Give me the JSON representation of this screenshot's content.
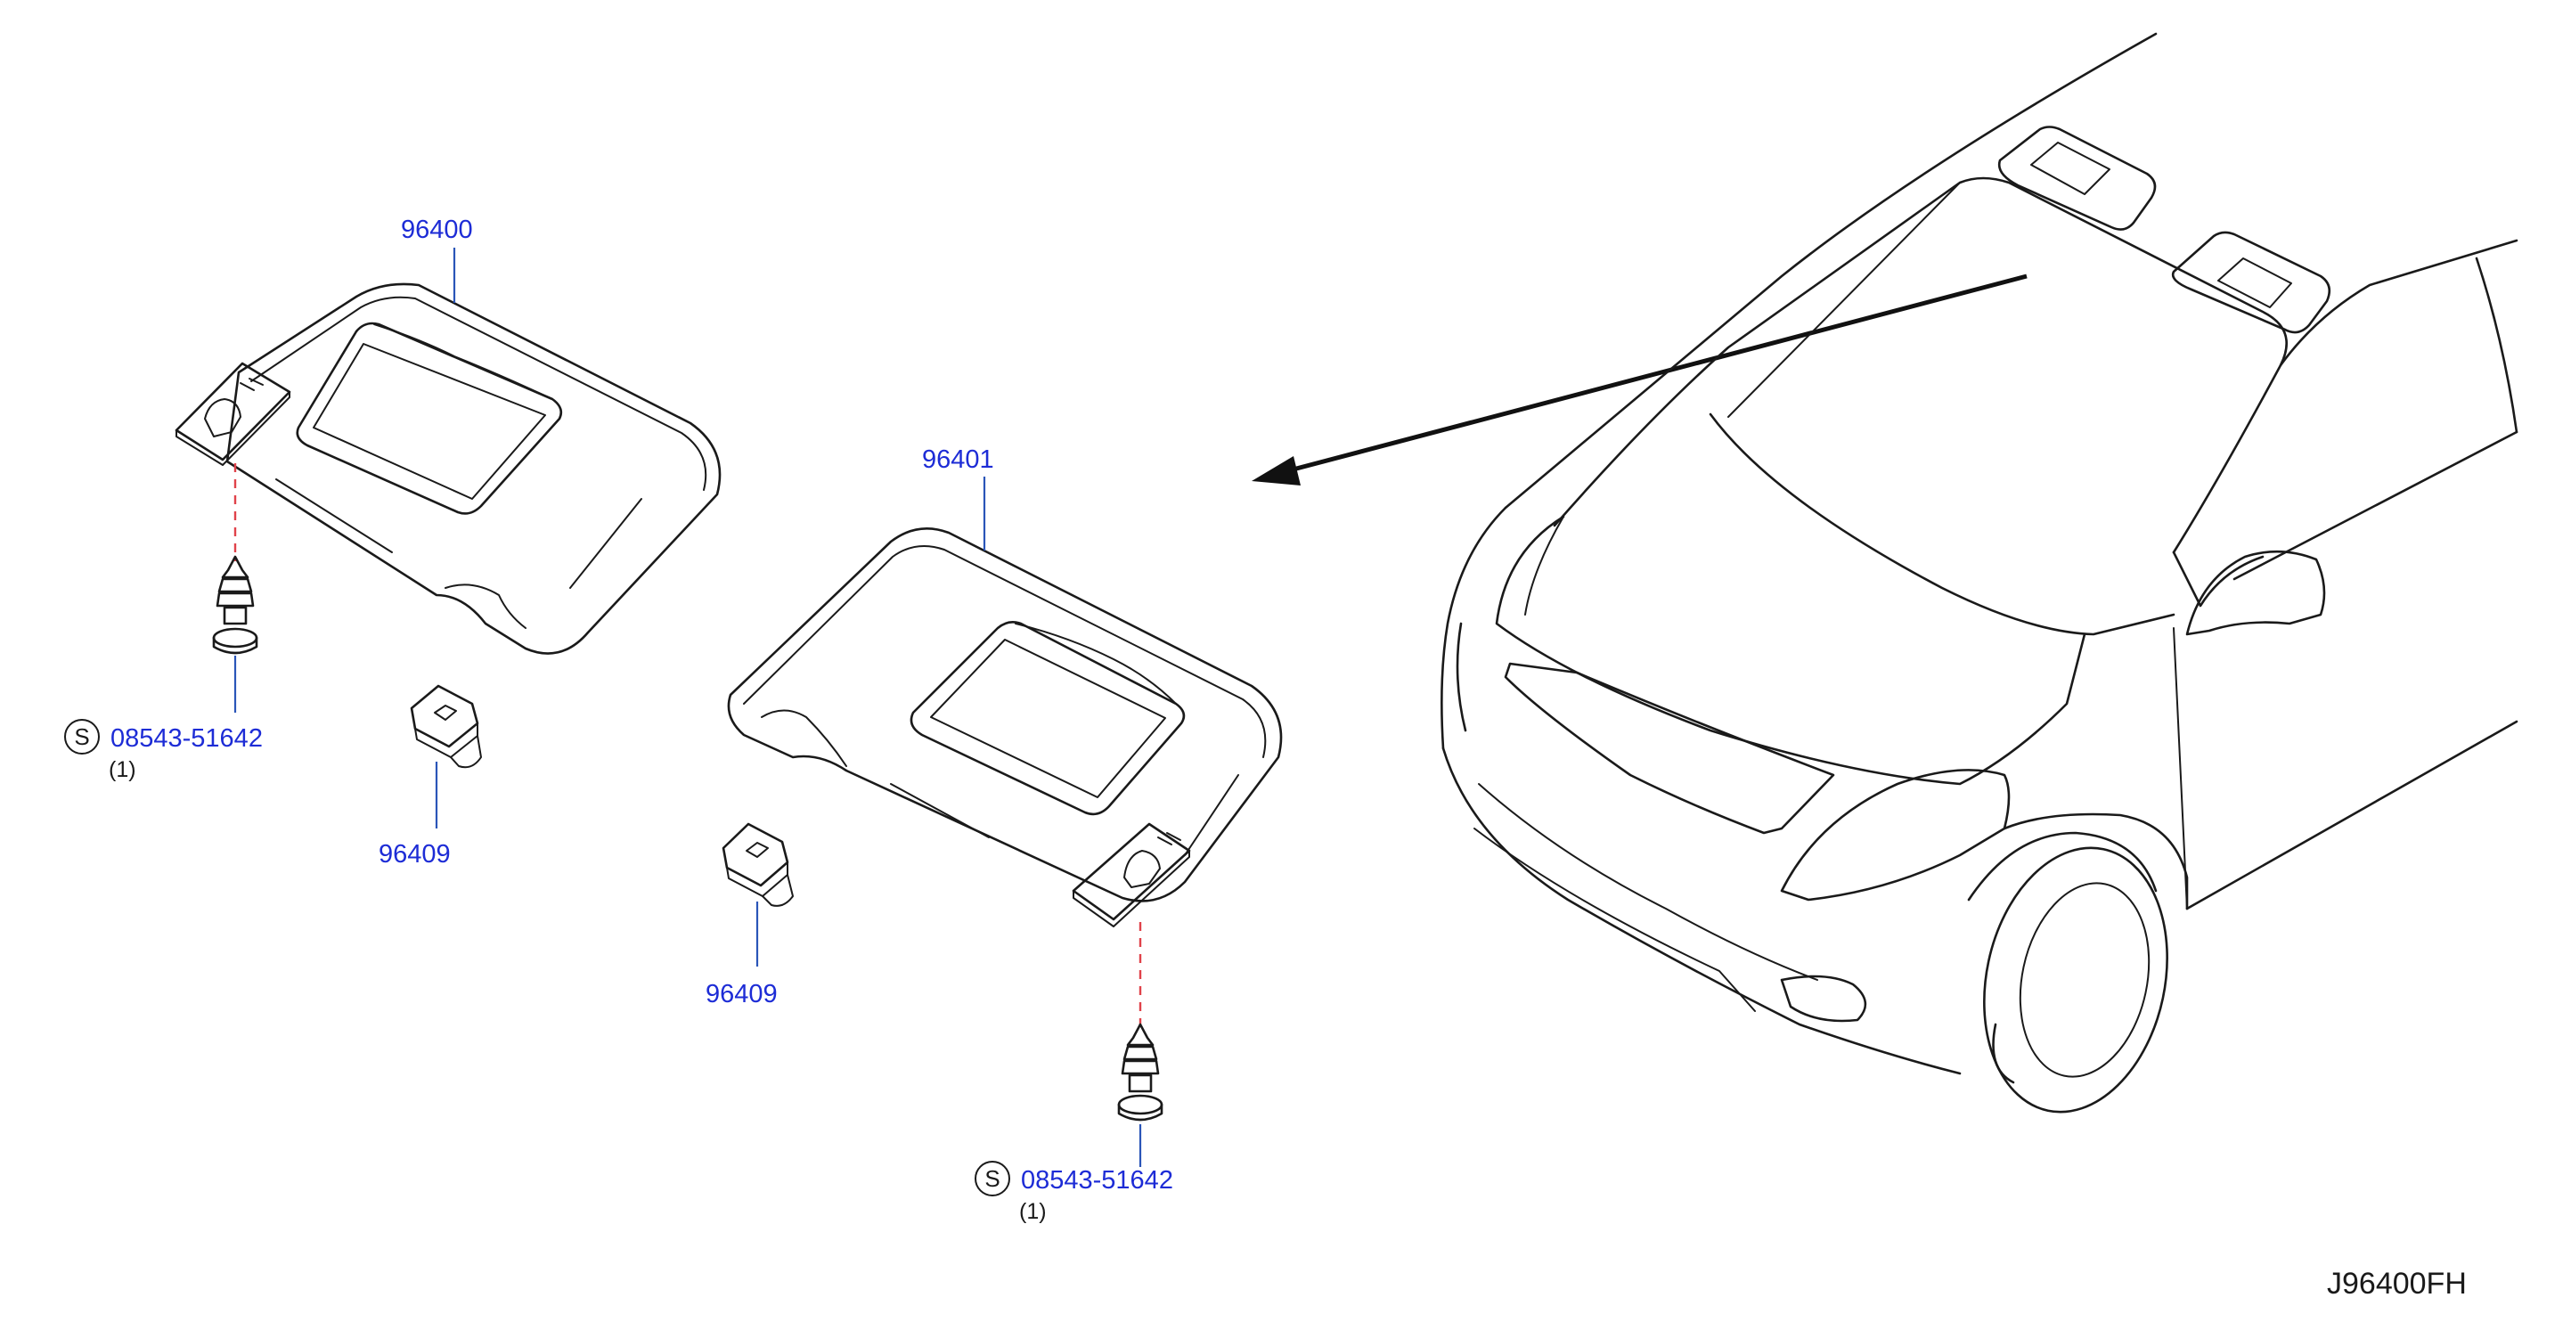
{
  "diagram_code": "J96400FH",
  "parts": {
    "visor_lh": "96400",
    "visor_rh": "96401",
    "holder_a": "96409",
    "holder_b": "96409"
  },
  "screws": [
    {
      "symbol": "S",
      "part": "08543-51642",
      "qty": "(1)"
    },
    {
      "symbol": "S",
      "part": "08543-51642",
      "qty": "(1)"
    }
  ],
  "colors": {
    "part_label": "#1d2cd6",
    "leader_line": "#2a55b8",
    "dashed_guide": "#e0424a",
    "outline": "#1a1a1a"
  }
}
